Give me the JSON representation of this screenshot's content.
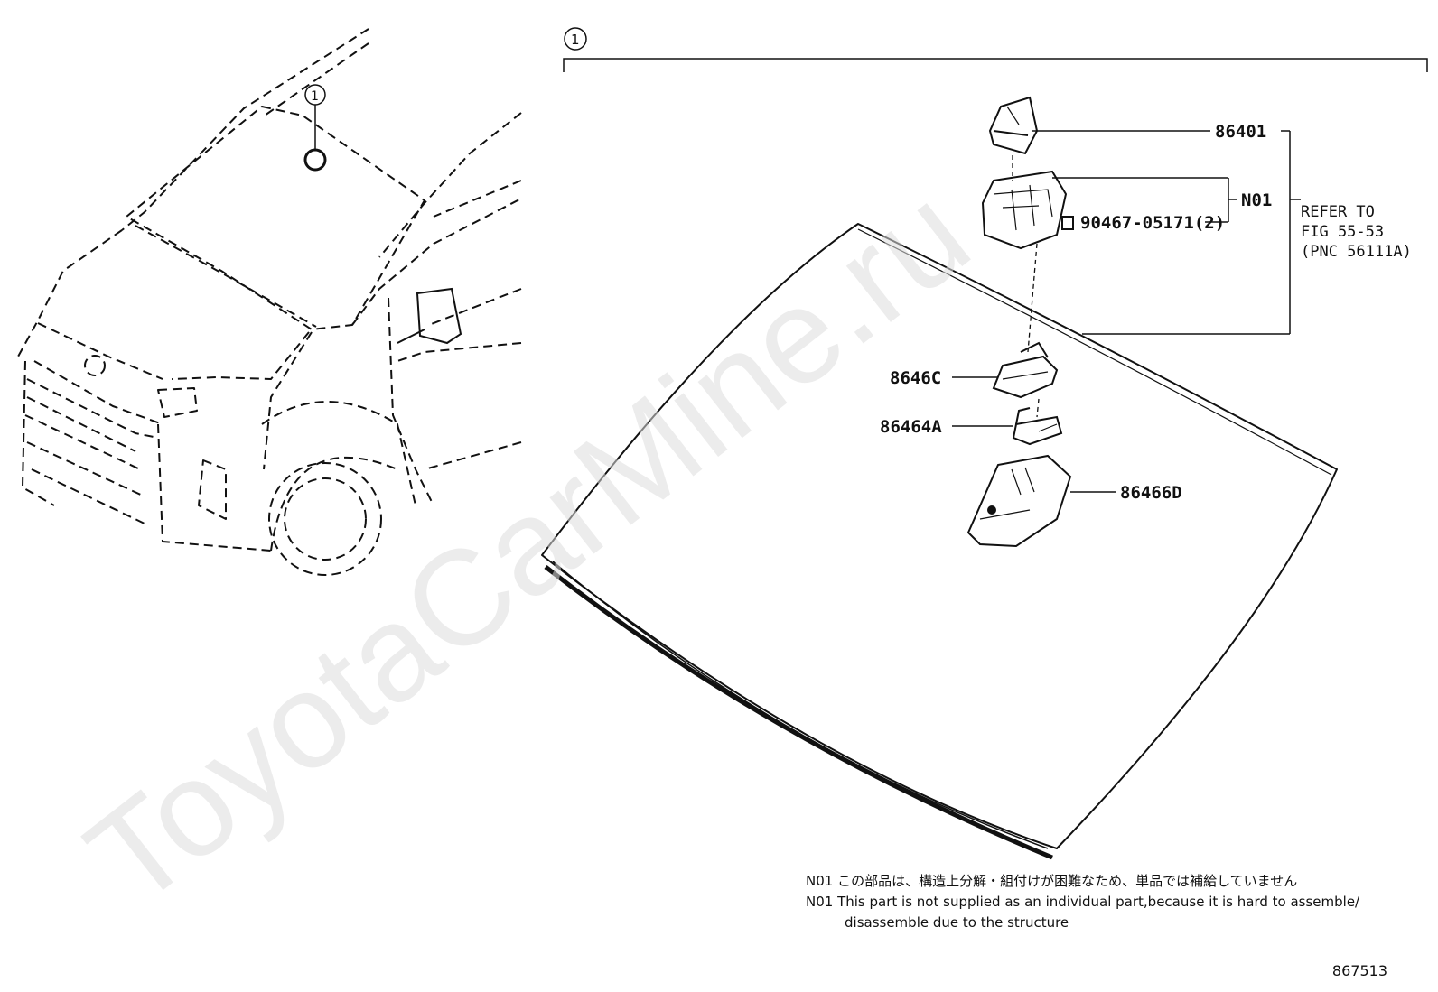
{
  "callouts": {
    "ref_marker": "1",
    "part_86401": "86401",
    "part_n01": "N01",
    "part_screw": "90467-05171(2)",
    "part_8646c": "8646C",
    "part_86464a": "86464A",
    "part_86466d": "86466D",
    "refer_line1": "REFER TO",
    "refer_line2": "FIG 55-53",
    "refer_line3": "(PNC 56111A)"
  },
  "notes": {
    "jp_code": "N01",
    "jp_text": "この部品は、構造上分解・組付けが困難なため、単品では補給していません",
    "en_code": "N01",
    "en_text_line1": "This part is not supplied as an individual part,because it is hard to assemble/",
    "en_text_line2": "disassemble due to the structure"
  },
  "watermark": "ToyotaCarMine.ru",
  "illustration_number": "867513"
}
